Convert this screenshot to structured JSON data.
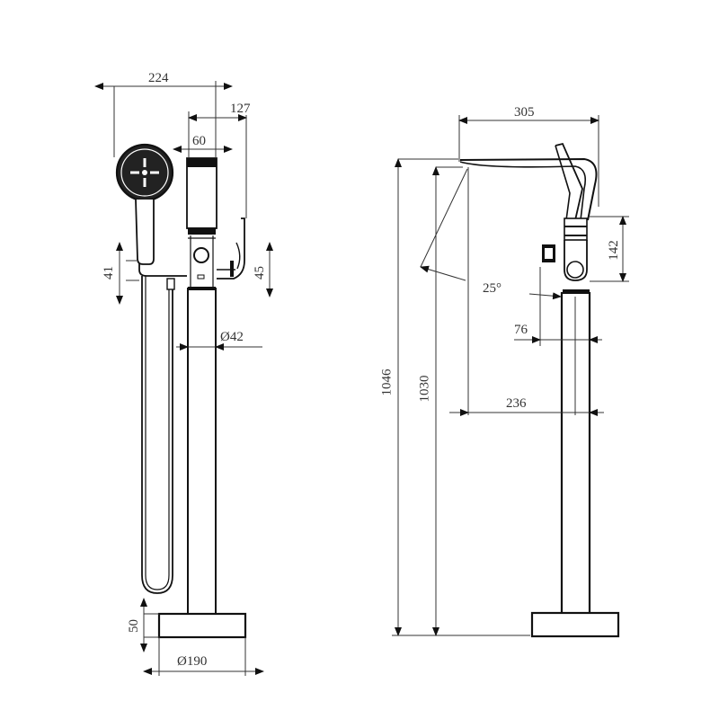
{
  "drawing": {
    "title": "Freestanding bath mixer with hand shower - technical dimension drawing",
    "units": "mm",
    "line_color": "#111111",
    "dim_color": "#333333"
  },
  "front_view": {
    "dims": {
      "overall_width": "224",
      "handle_offset": "127",
      "body_width": "60",
      "upper_gap": "41",
      "handle_height": "45",
      "pipe_diameter": "Ø42",
      "base_height": "50",
      "base_diameter": "Ø190"
    }
  },
  "side_view": {
    "dims": {
      "spout_reach_total": "305",
      "total_height": "1046",
      "outlet_height": "1030",
      "spout_angle": "25°",
      "valve_height": "142",
      "pipe_offset": "76",
      "spout_reach": "236"
    }
  }
}
